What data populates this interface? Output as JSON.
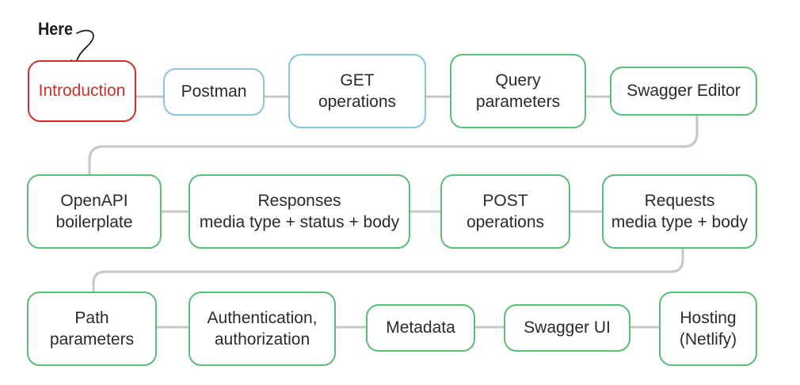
{
  "marker": {
    "label": "Here",
    "points_to": "introduction"
  },
  "colors": {
    "active": "#c8322c",
    "intro_stage": "#8cc4dc",
    "other_stages": "#5dbb7a",
    "connector": "#c6c6c6"
  },
  "rows": [
    {
      "nodes": [
        {
          "id": "introduction",
          "label": "Introduction",
          "style": "active"
        },
        {
          "id": "postman",
          "label": "Postman",
          "style": "blue"
        },
        {
          "id": "get-operations",
          "label": "GET\noperations",
          "style": "blue"
        },
        {
          "id": "query-parameters",
          "label": "Query\nparameters",
          "style": "green"
        },
        {
          "id": "swagger-editor",
          "label": "Swagger Editor",
          "style": "green"
        }
      ]
    },
    {
      "nodes": [
        {
          "id": "openapi-boilerplate",
          "label": "OpenAPI\nboilerplate",
          "style": "green"
        },
        {
          "id": "responses",
          "label": "Responses\nmedia type + status + body",
          "style": "green"
        },
        {
          "id": "post-operations",
          "label": "POST\noperations",
          "style": "green"
        },
        {
          "id": "requests",
          "label": "Requests\nmedia type + body",
          "style": "green"
        }
      ]
    },
    {
      "nodes": [
        {
          "id": "path-parameters",
          "label": "Path\nparameters",
          "style": "green"
        },
        {
          "id": "authentication",
          "label": "Authentication,\nauthorization",
          "style": "green"
        },
        {
          "id": "metadata",
          "label": "Metadata",
          "style": "green"
        },
        {
          "id": "swagger-ui",
          "label": "Swagger UI",
          "style": "green"
        },
        {
          "id": "hosting",
          "label": "Hosting\n(Netlify)",
          "style": "green"
        }
      ]
    }
  ]
}
